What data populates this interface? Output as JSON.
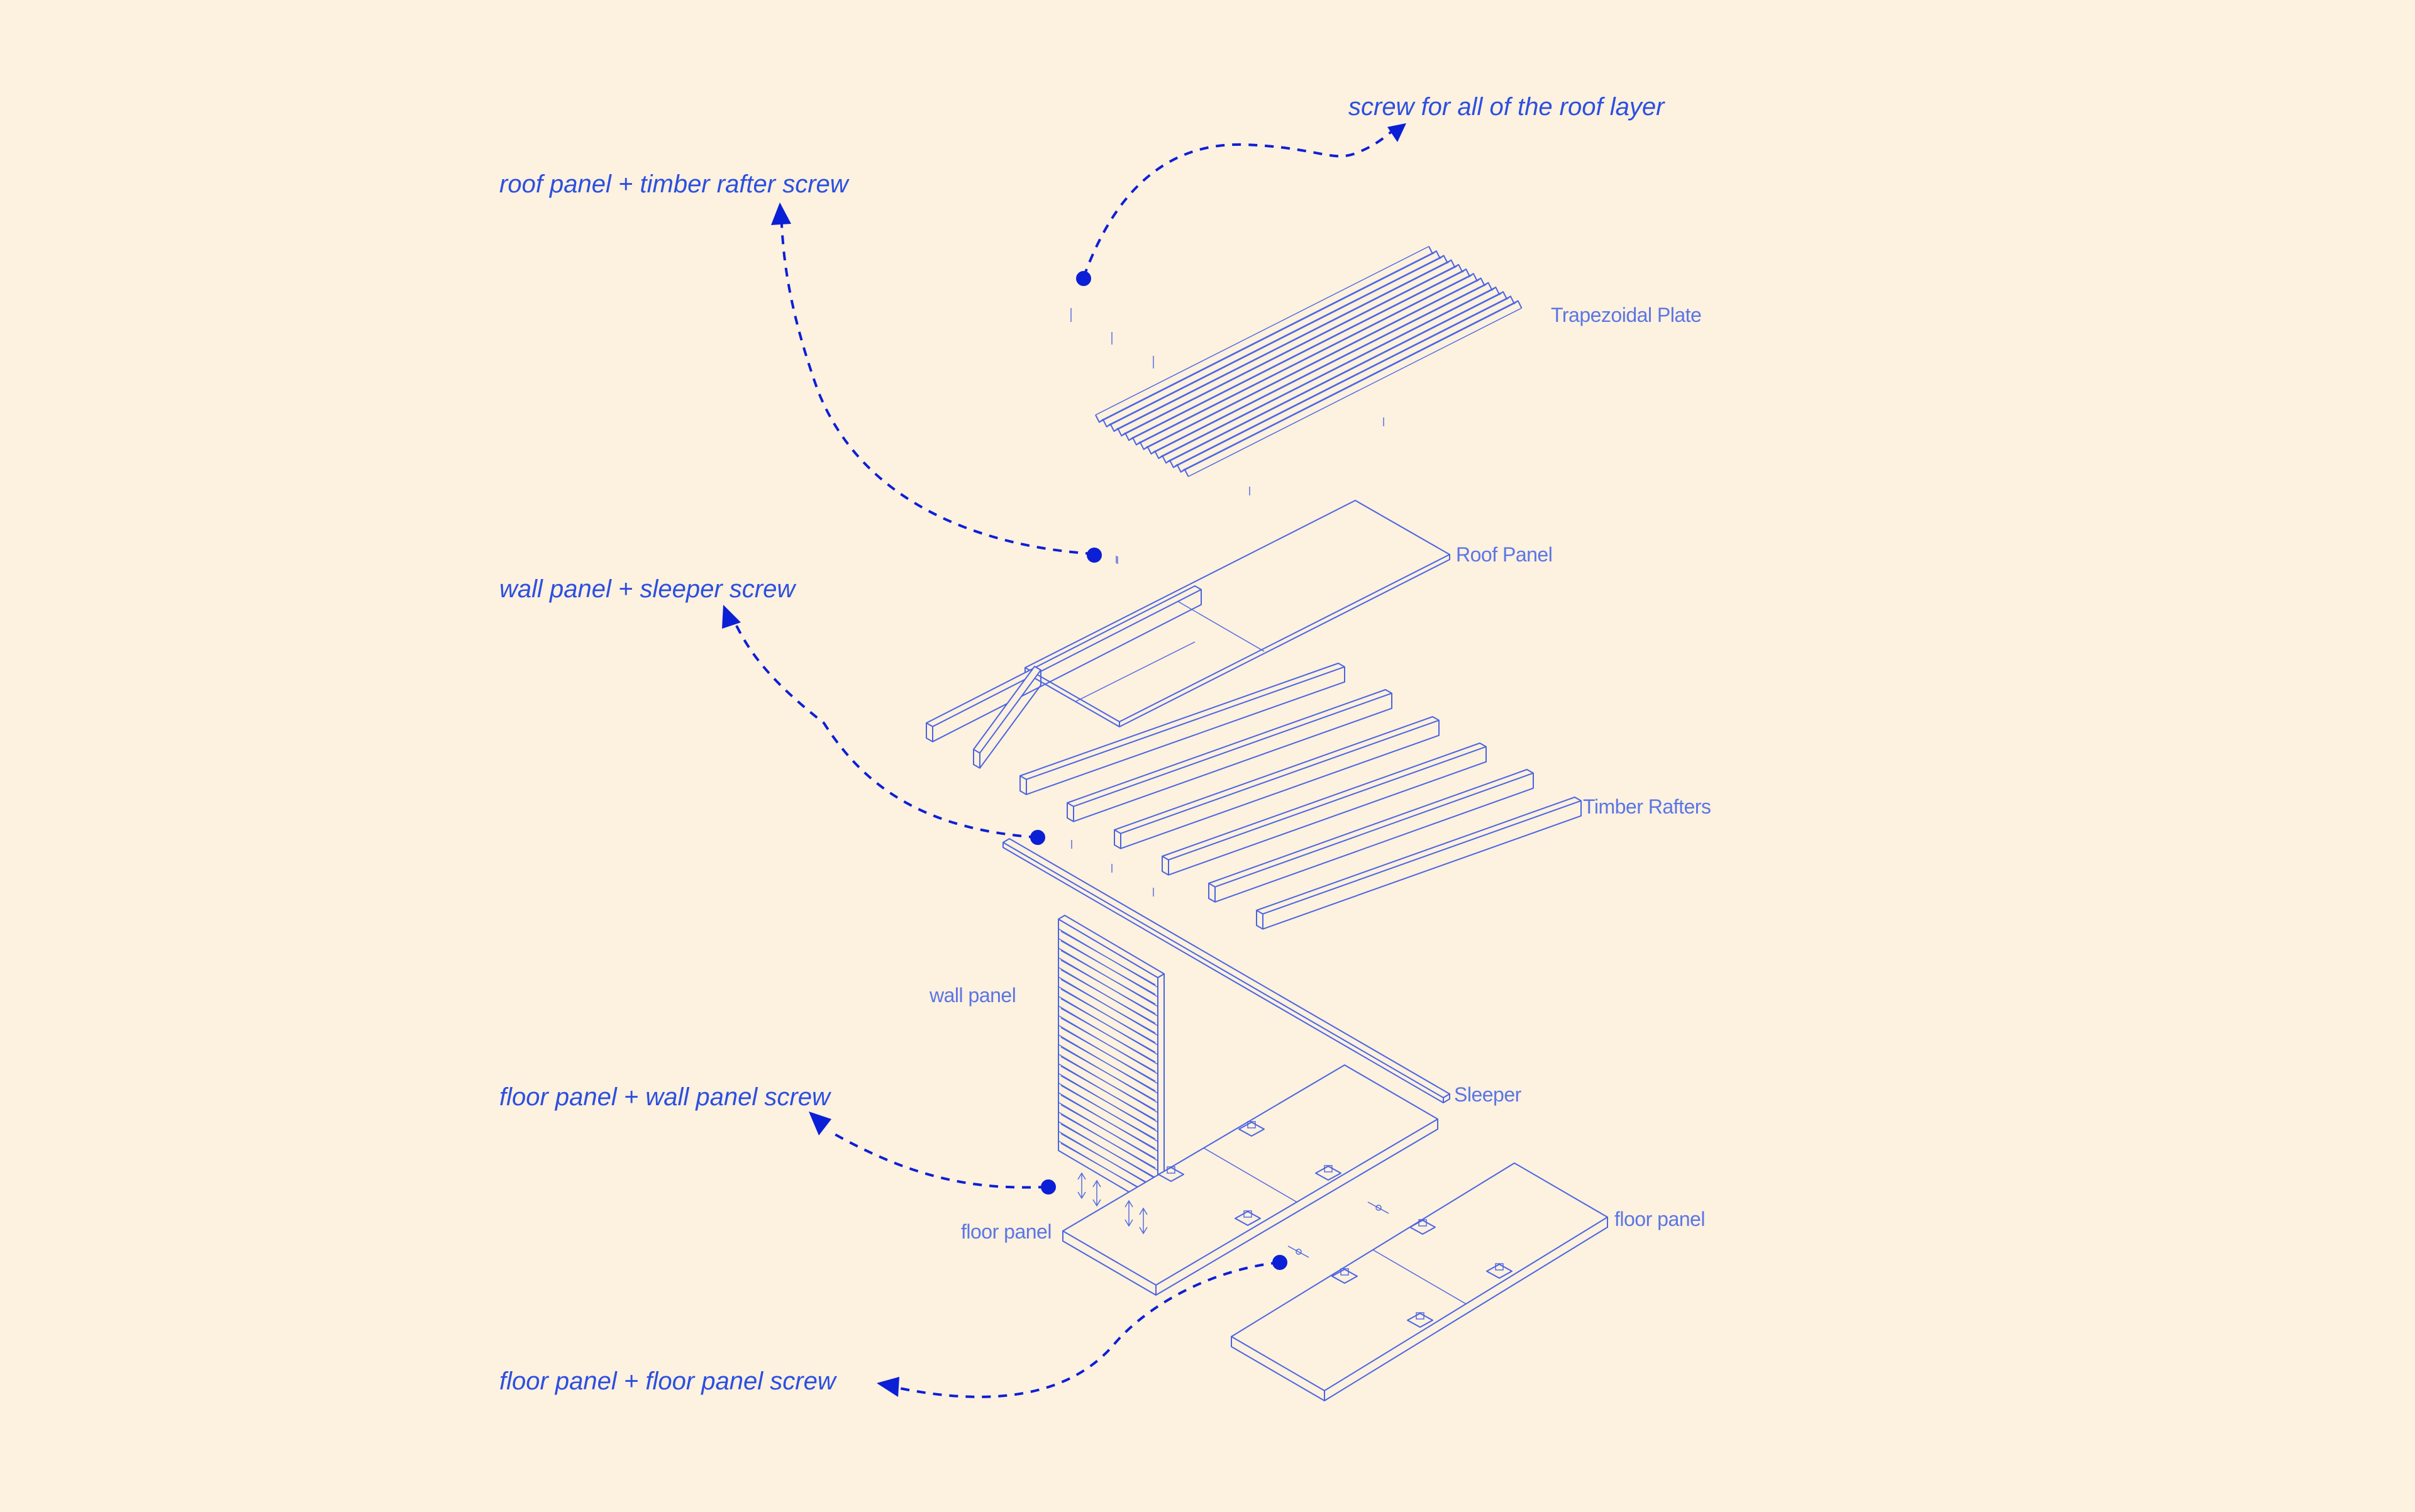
{
  "colors": {
    "background": "#fdf1df",
    "drawing_line": "#4a64e2",
    "callout": "#0b1fd6"
  },
  "callouts": {
    "roof_screw": "screw for all of the roof layer",
    "roof_panel_rafter_screw": "roof panel + timber rafter screw",
    "wall_panel_sleeper_screw": "wall panel + sleeper screw",
    "floor_wall_screw": "floor panel + wall panel screw",
    "floor_floor_screw": "floor panel + floor panel screw"
  },
  "parts": {
    "trapezoidal_plate": "Trapezoidal Plate",
    "roof_panel": "Roof Panel",
    "timber_rafters": "Timber Rafters",
    "wall_panel": "wall panel",
    "sleeper": "Sleeper",
    "floor_panel_left": "floor panel",
    "floor_panel_right": "floor panel"
  }
}
